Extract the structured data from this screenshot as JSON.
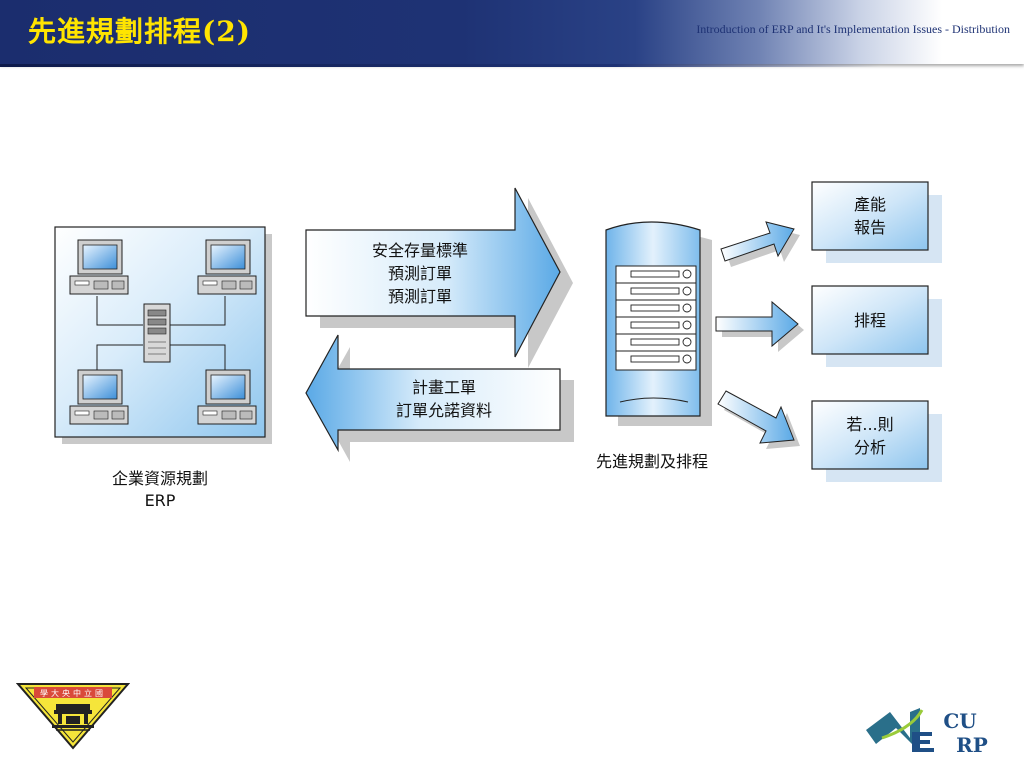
{
  "slide": {
    "title": "先進規劃排程(2)",
    "subtitle": "Introduction of ERP and It's Implementation Issues - Distribution"
  },
  "diagram": {
    "erp_box": {
      "label_line1": "企業資源規劃",
      "label_line2": "ERP"
    },
    "forward_arrow": {
      "lines": [
        "安全存量標準",
        "預測訂單",
        "預測訂單"
      ]
    },
    "back_arrow": {
      "lines": [
        "計畫工單",
        "訂單允諾資料"
      ]
    },
    "aps_server": {
      "label": "先進規劃及排程"
    },
    "outputs": [
      {
        "line1": "產能",
        "line2": "報告"
      },
      {
        "line1": "排程",
        "line2": ""
      },
      {
        "line1": "若...則",
        "line2": "分析"
      }
    ]
  },
  "logos": {
    "left_seal": {
      "text": "學大央中立國",
      "icon": "university-seal-icon"
    },
    "right_logo": {
      "text_top": "CU",
      "text_bottom": "RP",
      "icon": "ncu-erp-logo-icon"
    }
  },
  "colors": {
    "header_navy": "#1e3274",
    "title_yellow": "#ffe400",
    "light_blue": "#a9d4f2",
    "mid_blue": "#5aa9e6",
    "shadow_gray": "#c8c8c8"
  }
}
